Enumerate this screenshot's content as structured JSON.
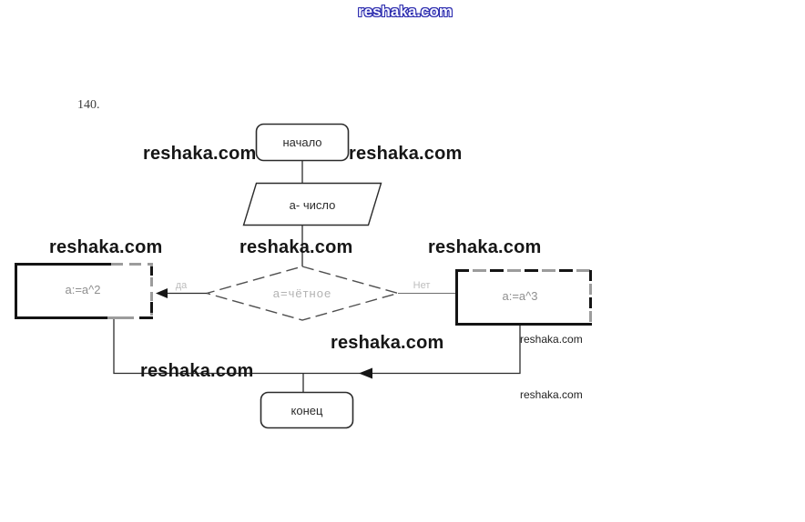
{
  "page": {
    "task_number": "140.",
    "background_color": "#ffffff"
  },
  "watermark": {
    "text": "reshaka.com",
    "blue_color": "#2a2aad",
    "black_color": "#161616"
  },
  "flowchart": {
    "start_label": "начало",
    "input_label": "а- число",
    "condition_label": "а=чётное",
    "yes_label": "да",
    "no_label": "Нет",
    "yes_action_label": "a:=a^2",
    "no_action_label": "a:=a^3",
    "end_label": "конец",
    "line_color": "#141414",
    "dashed_gray_color": "#9c9c9c",
    "faint_text_color": "#bdbdbd",
    "action_text_color": "#8f8f8f"
  }
}
